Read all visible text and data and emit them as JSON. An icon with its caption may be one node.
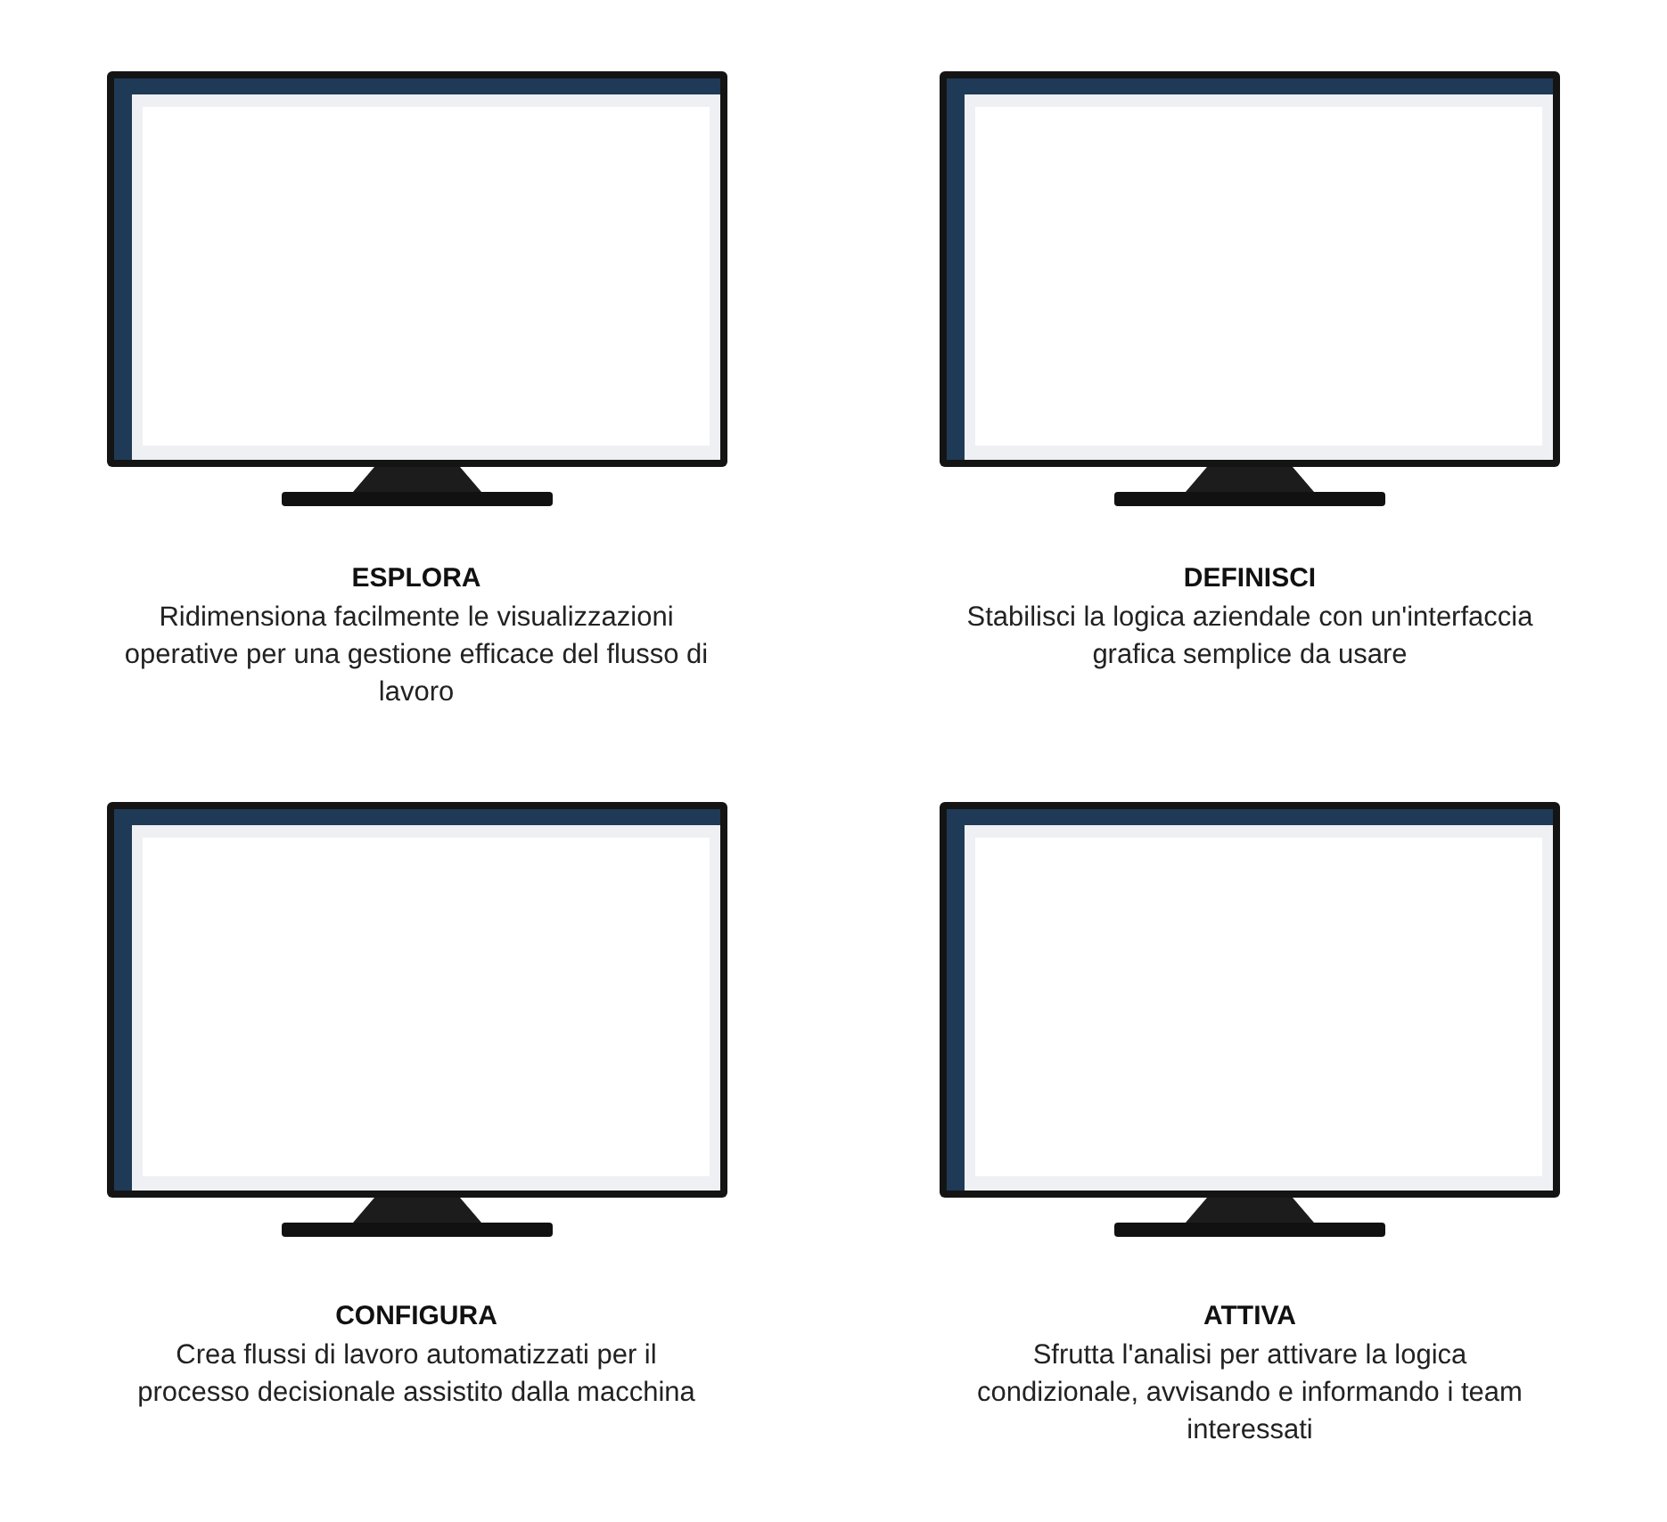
{
  "diagram": {
    "labels": [
      "ESPLORA",
      "Ridimensiona facilmente le visualizzazioni operative per una gestione efficace del flusso di lavoro",
      "DEFINISCI",
      "Stabilisci la logica aziendale con un'interfaccia grafica semplice da usare",
      "CONFIGURA",
      "Crea flussi di lavoro automatizzati per il processo decisionale assistito dalla macchina",
      "ATTIVA",
      "Sfrutta l'analisi per attivare la logica condizionale, avvisando e informando i team interessati"
    ]
  }
}
